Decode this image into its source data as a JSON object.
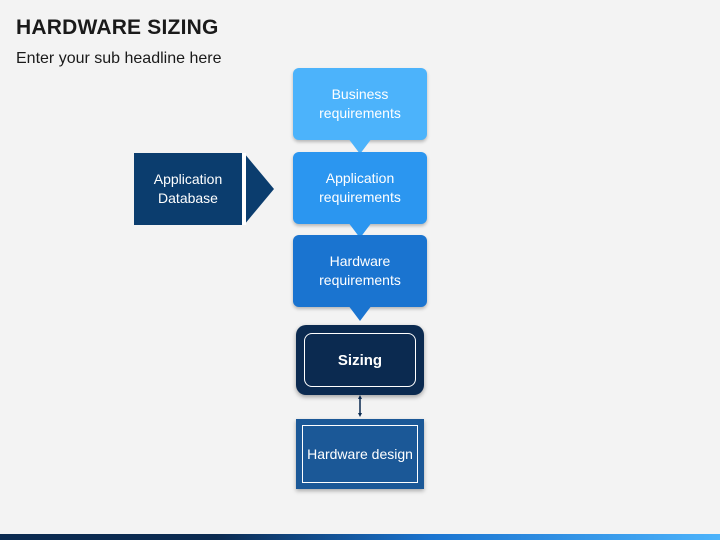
{
  "header": {
    "title": "HARDWARE SIZING",
    "subtitle": "Enter your sub headline here"
  },
  "flow": {
    "steps": [
      {
        "label": "Business\nrequirements"
      },
      {
        "label": "Application\nrequirements"
      },
      {
        "label": "Hardware\nrequirements"
      }
    ],
    "sizing_label": "Sizing",
    "design_label": "Hardware\ndesign"
  },
  "input": {
    "label": "Application\nDatabase"
  },
  "colors": {
    "step_light": "#4cb3fb",
    "step_mid": "#2b96f0",
    "step_dark": "#1a74d0",
    "navy": "#0b2a50",
    "design_blue": "#1b5897"
  }
}
